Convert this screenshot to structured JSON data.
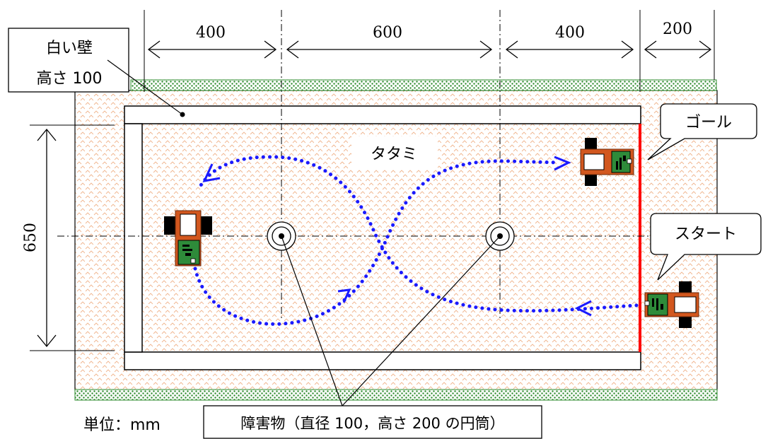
{
  "dimensions": {
    "top": [
      "400",
      "600",
      "400",
      "200"
    ],
    "left": "650"
  },
  "labels": {
    "wall": "白い壁",
    "wall_height": "高さ 100",
    "tatami": "タタミ",
    "goal": "ゴール",
    "start": "スタート",
    "unit": "単位：mm",
    "obstacle": "障害物（直径 100，高さ 200 の円筒）"
  },
  "colors": {
    "path": "#1a1aff",
    "goal_line": "#ff0000",
    "robot_body": "#d2571e",
    "robot_board": "#2e8b3a",
    "green_border": "#2e8b2e",
    "tatami_pattern": "#f0b48c"
  },
  "icons": [
    "robot-icon",
    "obstacle-cylinder-icon",
    "path-arrowhead-icon"
  ]
}
